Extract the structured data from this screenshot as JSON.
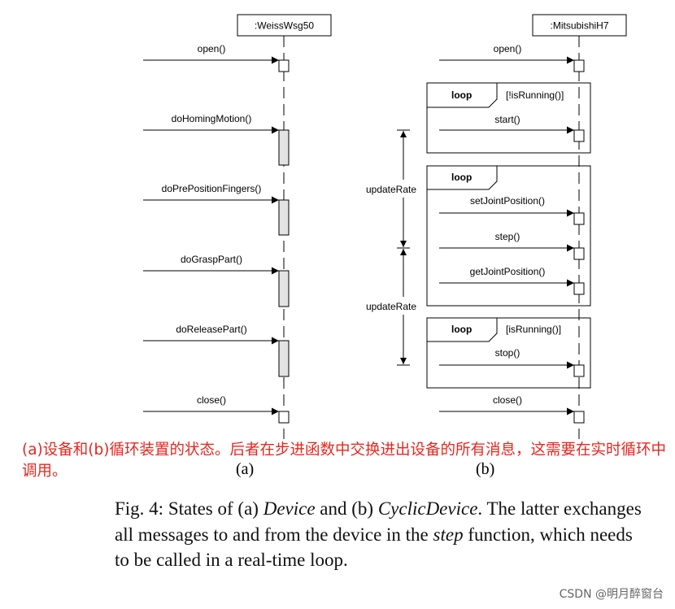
{
  "diagram_a": {
    "lifeline": ":WeissWsg50",
    "messages": [
      "open()",
      "doHomingMotion()",
      "doPrePositionFingers()",
      "doGraspPart()",
      "doReleasePart()",
      "close()"
    ]
  },
  "diagram_b": {
    "lifeline": ":MitsubishiH7",
    "open": "open()",
    "loop1": {
      "keyword": "loop",
      "guard": "[!isRunning()]",
      "message": "start()"
    },
    "loop2": {
      "keyword": "loop",
      "messages": [
        "setJointPosition()",
        "step()",
        "getJointPosition()"
      ]
    },
    "loop3": {
      "keyword": "loop",
      "guard": "[isRunning()]",
      "message": "stop()"
    },
    "close": "close()",
    "rate_labels": [
      "updateRate",
      "updateRate"
    ]
  },
  "note": "(a)设备和(b)循环装置的状态。后者在步进函数中交换进出设备的所有消息，这需要在实时循环中调用。",
  "sublabels": {
    "a": "(a)",
    "b": "(b)"
  },
  "caption": {
    "p1": "Fig. 4: States of (a) ",
    "i1": "Device",
    "p2": " and (b) ",
    "i2": "CyclicDevice",
    "p3": ". The latter exchanges all messages to and from the device in the ",
    "i3": "step",
    "p4": " function, which needs to be called in a real-time loop."
  },
  "watermark": "CSDN @明月醉窗台"
}
